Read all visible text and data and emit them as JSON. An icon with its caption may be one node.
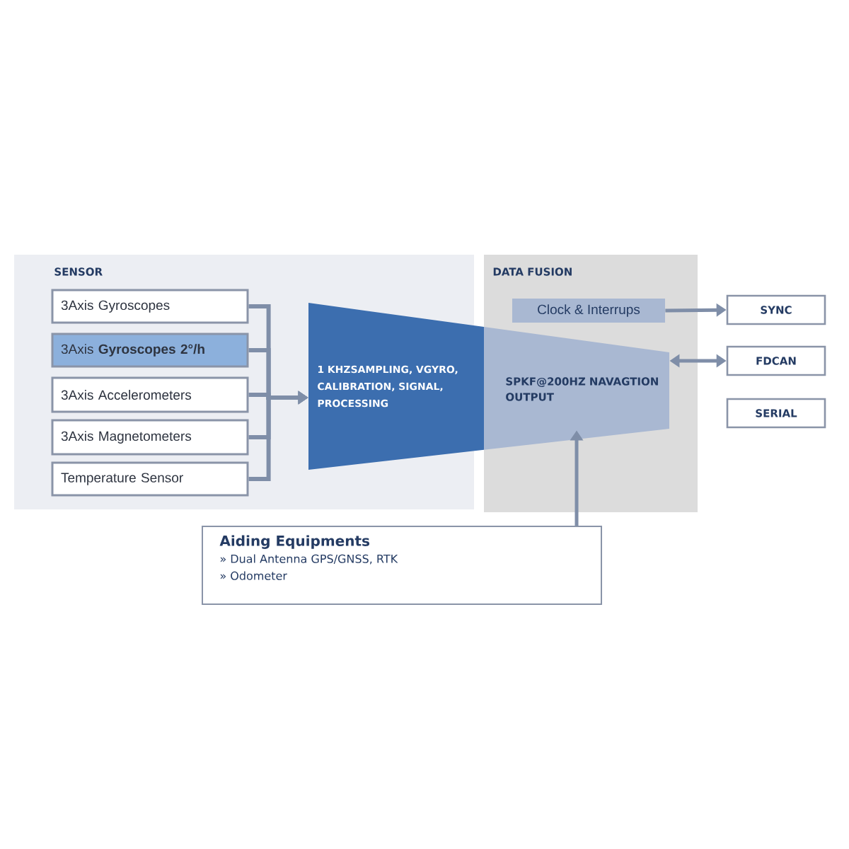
{
  "diagram": {
    "nodes": [
      {
        "text": [
          "SENSOR"
        ]
      },
      {
        "text": [
          "DATA FUSION"
        ]
      },
      {
        "text": [
          "3Axis Gyroscopes"
        ],
        "in": 0
      },
      {
        "text": [
          "3Axis **Gyroscopes 2°/h**"
        ],
        "in": 0
      },
      {
        "text": [
          "3Axis Accelerometers"
        ],
        "in": 0
      },
      {
        "text": [
          "3Axis Magnetometers"
        ],
        "in": 0
      },
      {
        "text": [
          "Temperature Sensor"
        ],
        "in": 0
      },
      {
        "text": [
          "1 KHZSAMPLING, VGYRO, CALIBRATION, SIGNAL, PROCESSING"
        ],
        "in": 0
      },
      {
        "text": [
          "SPKF@200HZ NAVAGTION OUTPUT"
        ],
        "in": 1
      },
      {
        "text": [
          "Clock & Interrups"
        ],
        "in": 1
      },
      {
        "text": [
          "SYNC"
        ]
      },
      {
        "text": [
          "FDCAN"
        ]
      },
      {
        "text": [
          "SERIAL"
        ]
      },
      {
        "text": [
          "Aiding Equipments",
          "» Dual Antenna GPS/GNSS, RTK",
          "» Odometer"
        ]
      }
    ],
    "edges": [
      {
        "from": 2,
        "to": 7,
        "arrow": "to"
      },
      {
        "from": 3,
        "to": 7,
        "arrow": "to"
      },
      {
        "from": 4,
        "to": 7,
        "arrow": "to"
      },
      {
        "from": 5,
        "to": 7,
        "arrow": "to"
      },
      {
        "from": 6,
        "to": 7,
        "arrow": "to"
      },
      {
        "from": 9,
        "to": 10,
        "arrow": "to"
      },
      {
        "from": 8,
        "to": 11,
        "arrow": "both"
      },
      {
        "from": 13,
        "to": 8,
        "arrow": "to"
      }
    ]
  }
}
